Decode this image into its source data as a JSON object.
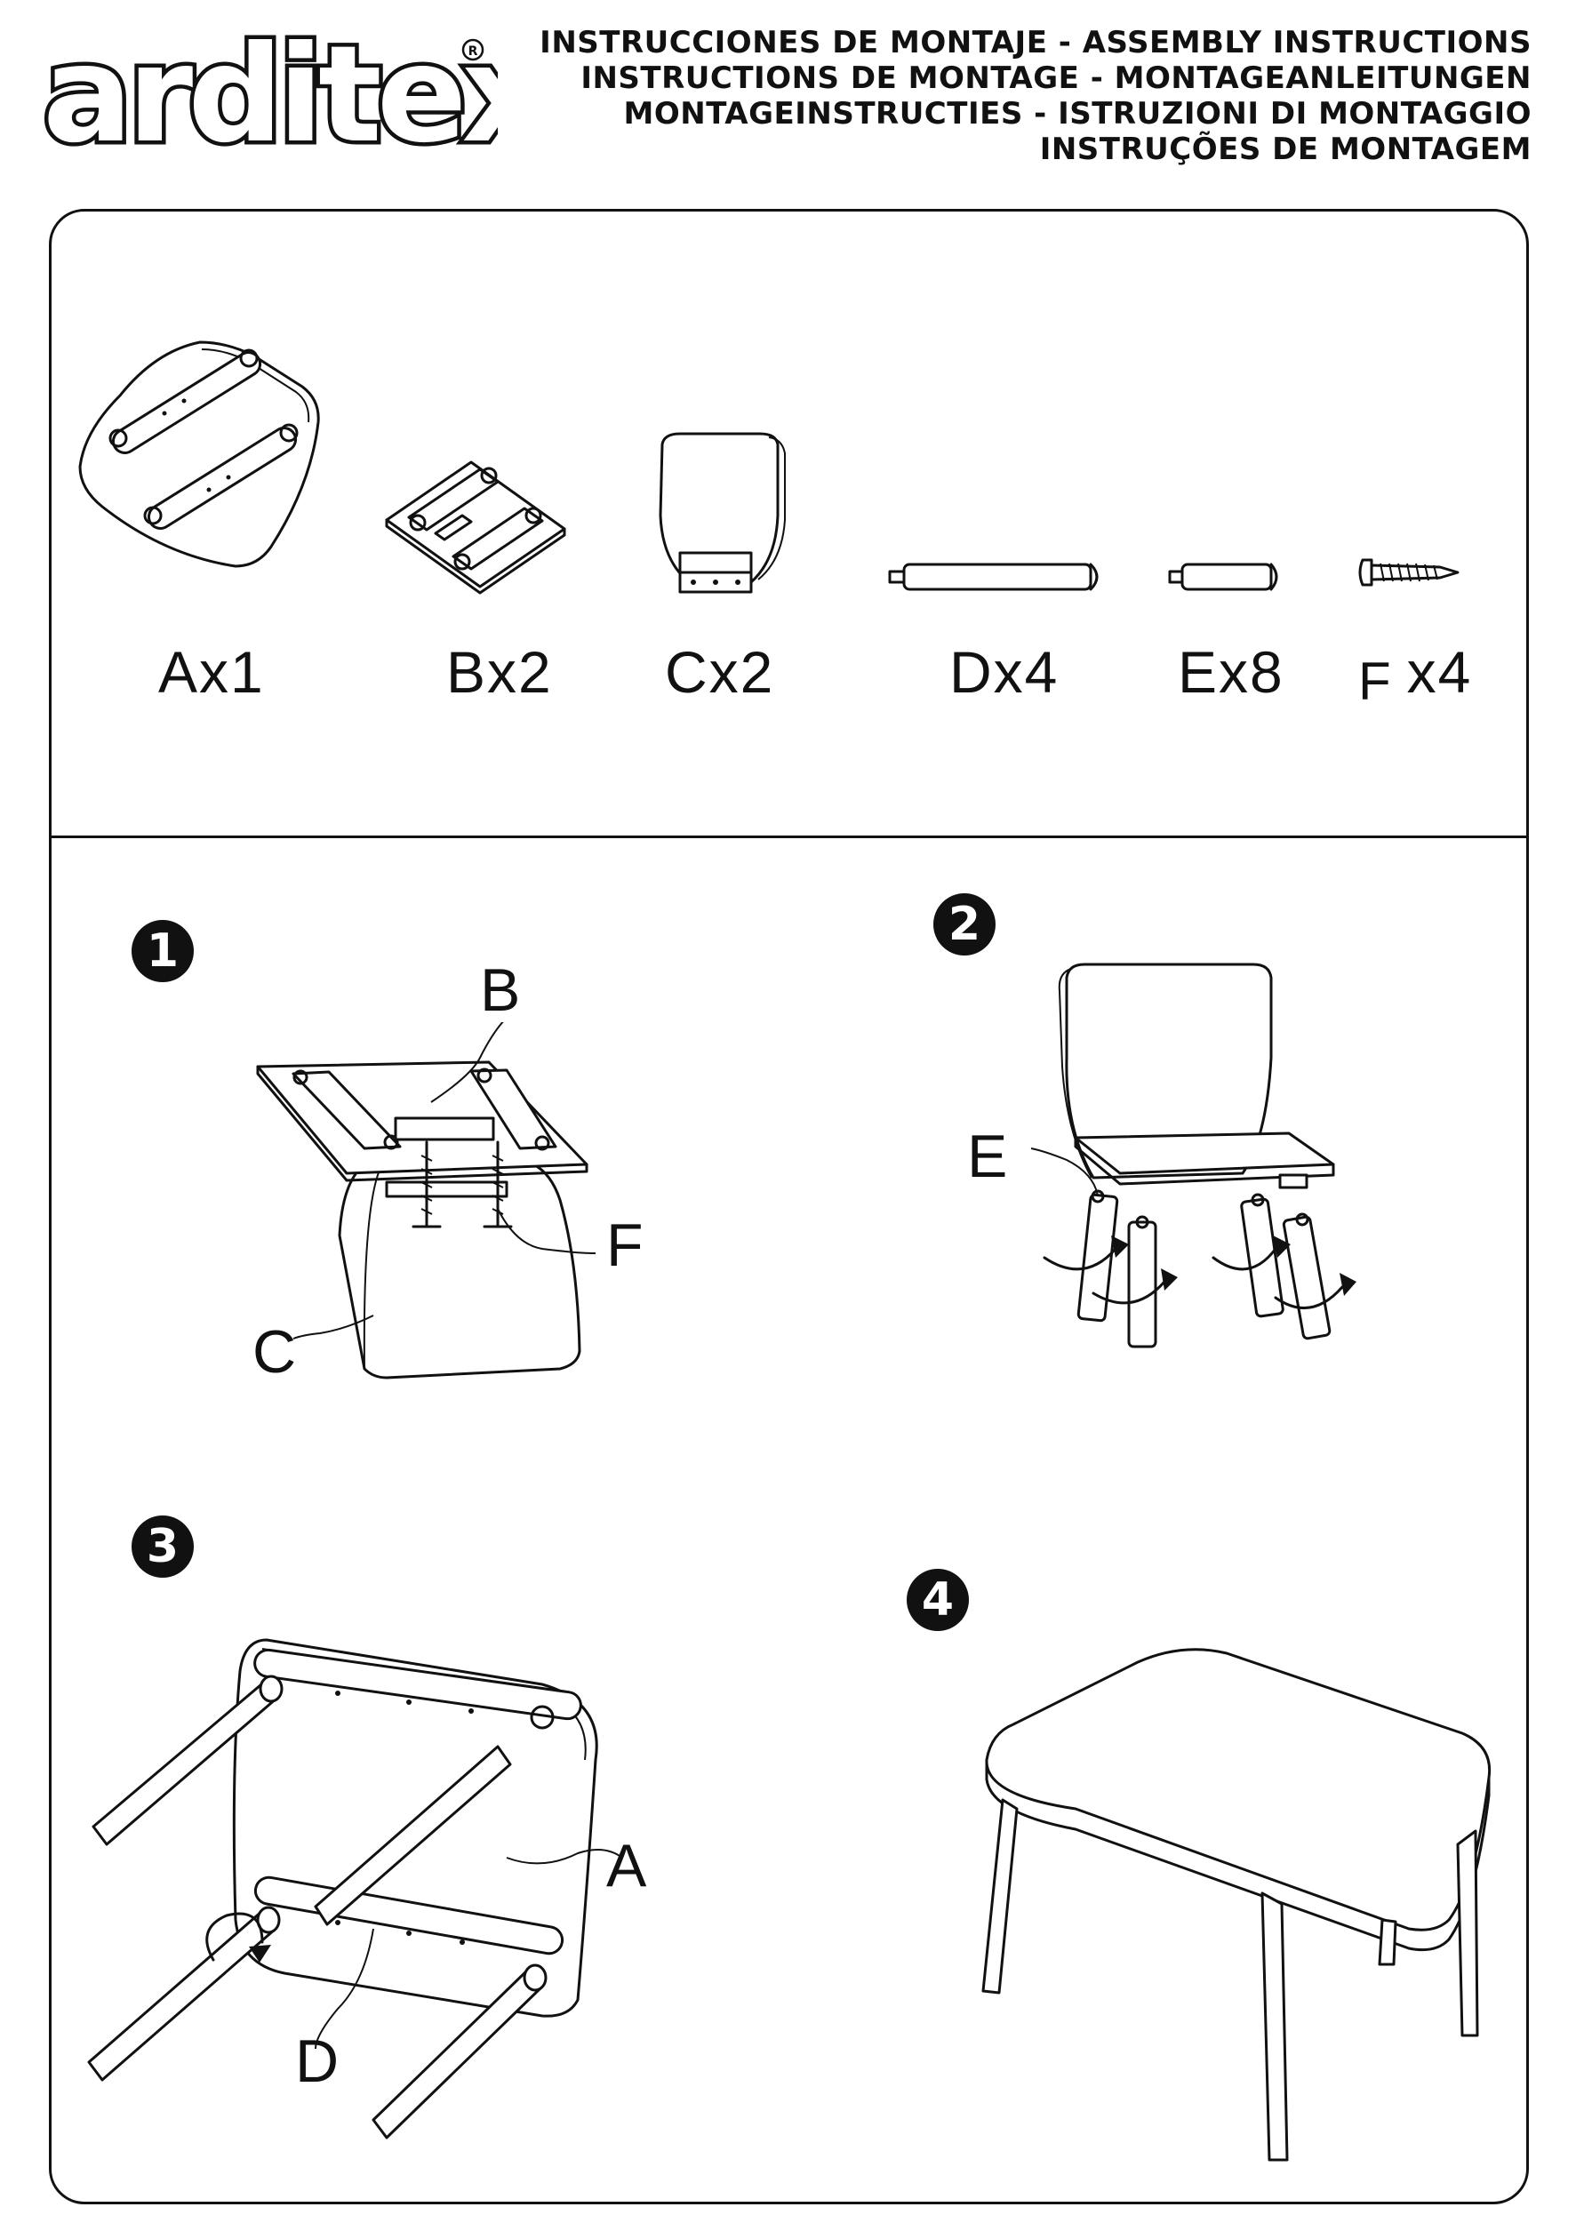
{
  "brand": {
    "logo_text": "arditex"
  },
  "titles": [
    "INSTRUCCIONES DE MONTAJE - ASSEMBLY INSTRUCTIONS",
    "INSTRUCTIONS DE MONTAGE - MONTAGEANLEITUNGEN",
    "MONTAGEINSTRUCTIES - ISTRUZIONI DI MONTAGGIO",
    "INSTRUÇÕES DE MONTAGEM"
  ],
  "parts": [
    {
      "letter": "A",
      "qty": "x1",
      "icon": "seat-board-icon"
    },
    {
      "letter": "B",
      "qty": "x2",
      "icon": "bracket-plate-icon"
    },
    {
      "letter": "C",
      "qty": "x2",
      "icon": "backrest-icon"
    },
    {
      "letter": "D",
      "qty": "x4",
      "icon": "long-leg-icon"
    },
    {
      "letter": "E",
      "qty": "x8",
      "icon": "short-leg-icon"
    },
    {
      "letter": "F",
      "qty": "x4",
      "icon": "screw-icon"
    }
  ],
  "steps": [
    {
      "number": "1",
      "labels": [
        "B",
        "F",
        "C"
      ]
    },
    {
      "number": "2",
      "labels": [
        "E"
      ]
    },
    {
      "number": "3",
      "labels": [
        "A",
        "D"
      ]
    },
    {
      "number": "4",
      "labels": []
    }
  ]
}
